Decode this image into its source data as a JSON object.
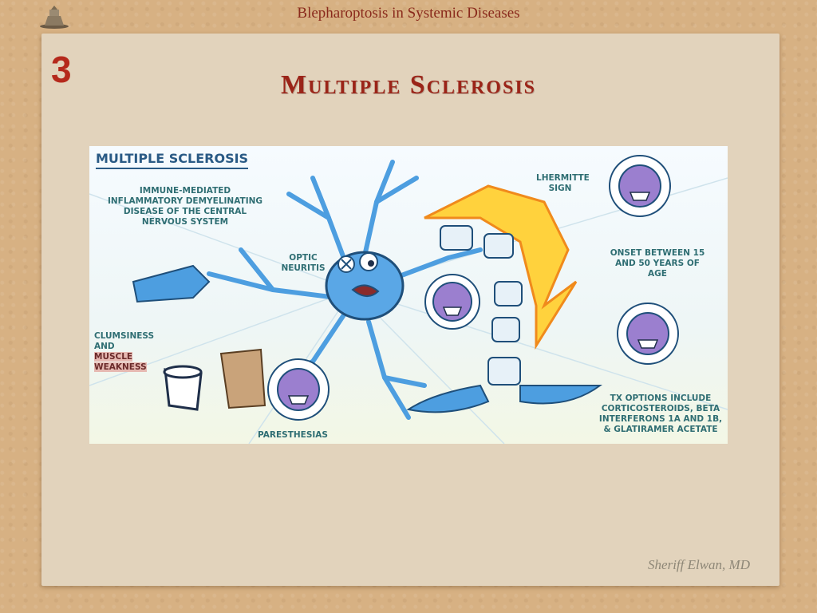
{
  "header": {
    "title": "Blepharoptosis in Systemic Diseases"
  },
  "slide": {
    "number": "3",
    "title": "Multiple Sclerosis"
  },
  "illustration": {
    "title": "MULTIPLE SCLEROSIS",
    "definition": "IMMUNE-MEDIATED INFLAMMATORY DEMYELINATING DISEASE OF THE CENTRAL NERVOUS SYSTEM",
    "optic_neuritis": "OPTIC NEURITIS",
    "lhermitte": "LHERMITTE SIGN",
    "onset": "ONSET BETWEEN 15 AND 50 YEARS OF AGE",
    "clumsiness": "CLUMSINESS AND",
    "muscle": "MUSCLE",
    "weakness": "WEAKNESS",
    "paresthesias": "PARESTHESIAS",
    "tx": "TX OPTIONS INCLUDE CORTICOSTEROIDS, BETA INTERFERONS 1A AND 1B, & GLATIRAMER ACETATE"
  },
  "footer": {
    "signature": "Sheriff Elwan, MD"
  },
  "colors": {
    "accent": "#9b2418",
    "paper": "#e2d3bc",
    "background": "#d7b183",
    "neuron": "#4d9ee0"
  }
}
